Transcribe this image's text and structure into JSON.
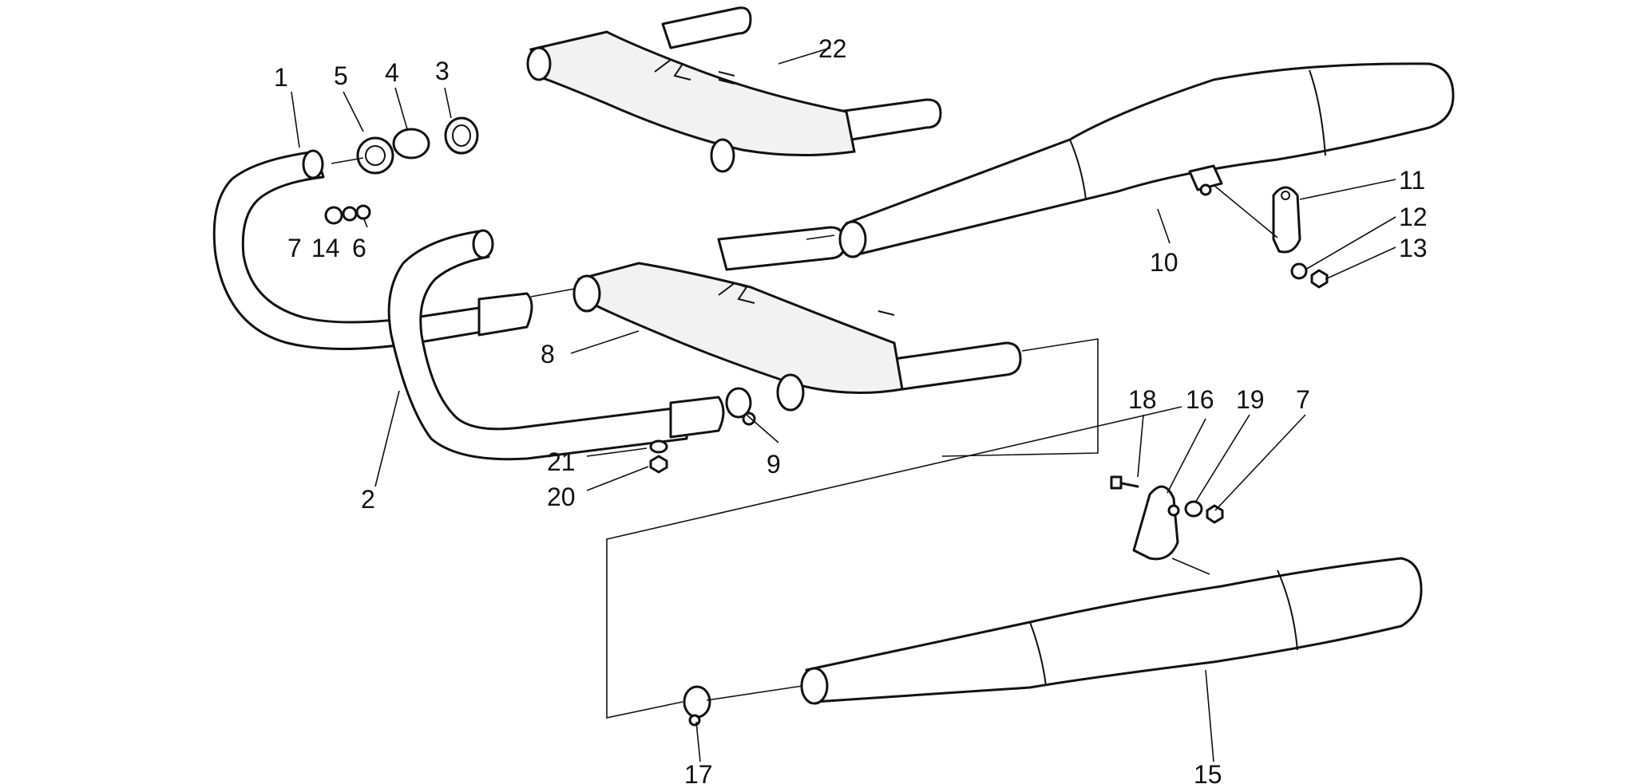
{
  "diagram": {
    "callouts": [
      "1",
      "2",
      "3",
      "4",
      "5",
      "6",
      "7",
      "7",
      "8",
      "9",
      "10",
      "11",
      "12",
      "13",
      "14",
      "15",
      "16",
      "17",
      "18",
      "19",
      "20",
      "21",
      "22"
    ]
  }
}
